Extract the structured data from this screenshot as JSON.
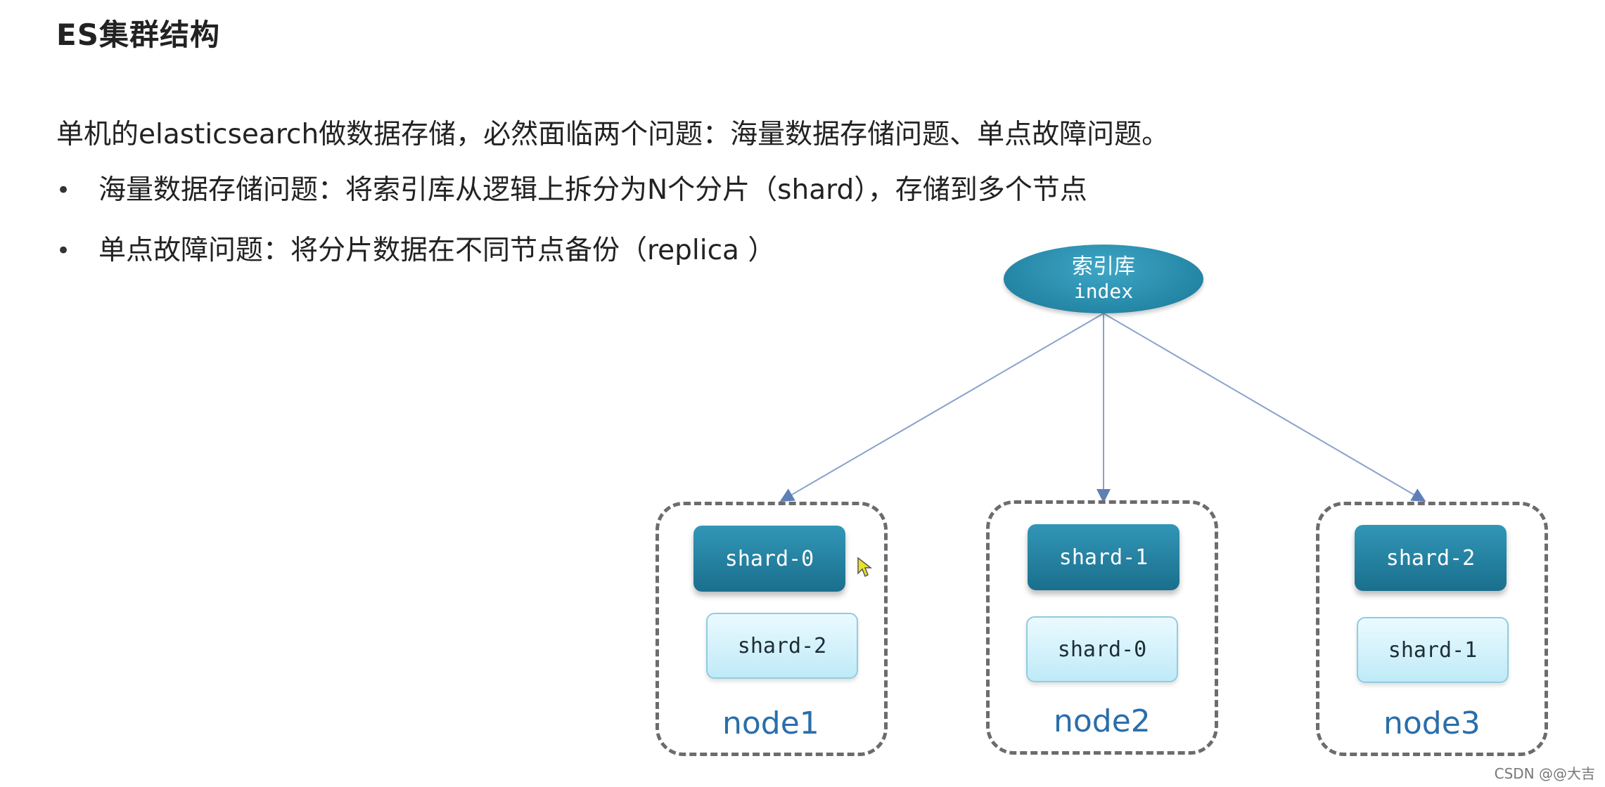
{
  "title": "ES集群结构",
  "intro": "单机的elasticsearch做数据存储，必然面临两个问题：海量数据存储问题、单点故障问题。",
  "bullets": [
    "海量数据存储问题：将索引库从逻辑上拆分为N个分片（shard），存储到多个节点",
    "单点故障问题：将分片数据在不同节点备份（replica ）"
  ],
  "index": {
    "label_zh": "索引库",
    "label_en": "index"
  },
  "nodes": [
    {
      "label": "node1",
      "primary": "shard-0",
      "replica": "shard-2"
    },
    {
      "label": "node2",
      "primary": "shard-1",
      "replica": "shard-0"
    },
    {
      "label": "node3",
      "primary": "shard-2",
      "replica": "shard-1"
    }
  ],
  "watermark": "CSDN @@大吉",
  "colors": {
    "primary": "#1f7f9e",
    "replica": "#cdeffa",
    "node_label": "#2a6eab",
    "arrow": "#7f9bc7"
  }
}
